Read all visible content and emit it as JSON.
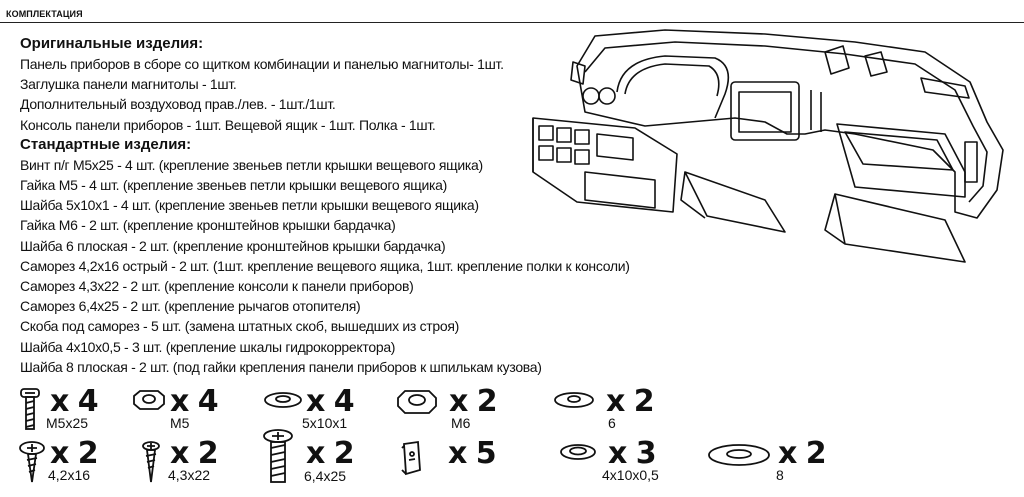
{
  "section_title": "КОМПЛЕКТАЦИЯ",
  "original": {
    "heading": "Оригинальные изделия:",
    "items": [
      "Панель приборов в сборе со щитком комбинации и панелью магнитолы- 1шт.",
      "Заглушка панели магнитолы - 1шт.",
      "Дополнительный воздуховод прав./лев. - 1шт./1шт.",
      "Консоль панели приборов - 1шт. Вещевой ящик - 1шт. Полка - 1шт."
    ]
  },
  "standard": {
    "heading": "Стандартные изделия:",
    "items": [
      "Винт п/г М5х25 - 4 шт. (крепление звеньев петли крышки вещевого ящика)",
      "Гайка М5 - 4 шт. (крепление звеньев петли крышки вещевого ящика)",
      "Шайба 5х10х1 - 4 шт. (крепление звеньев петли крышки вещевого ящика)",
      "Гайка М6 - 2 шт. (крепление кронштейнов крышки бардачка)",
      "Шайба 6 плоская - 2 шт. (крепление кронштейнов крышки бардачка)",
      "Саморез 4,2х16 острый - 2 шт. (1шт. крепление вещевого ящика, 1шт. крепление полки к консоли)",
      "Саморез 4,3х22 - 2 шт. (крепление консоли к панели приборов)",
      "Саморез 6,4х25 - 2 шт. (крепление рычагов отопителя)",
      "Скоба под саморез - 5 шт. (замена штатных скоб, вышедших из строя)",
      "Шайба 4х10х0,5 - 3 шт. (крепление шкалы гидрокорректора)",
      "Шайба 8 плоская - 2 шт. (под гайки крепления панели приборов к шпилькам кузова)"
    ]
  },
  "hardware": [
    {
      "qty": "x 4",
      "size": "M5x25",
      "icon": "screw-pan-head-icon"
    },
    {
      "qty": "x 4",
      "size": "M5",
      "icon": "nut-icon"
    },
    {
      "qty": "x 4",
      "size": "5x10x1",
      "icon": "washer-icon"
    },
    {
      "qty": "x 2",
      "size": "M6",
      "icon": "nut-icon"
    },
    {
      "qty": "x 2",
      "size": "6",
      "icon": "washer-icon"
    },
    {
      "qty": "x 2",
      "size": "4,2x16",
      "icon": "self-tapping-screw-icon"
    },
    {
      "qty": "x 2",
      "size": "4,3x22",
      "icon": "self-tapping-screw-icon"
    },
    {
      "qty": "x 2",
      "size": "6,4x25",
      "icon": "self-tapping-screw-icon"
    },
    {
      "qty": "x 5",
      "size": "",
      "icon": "clip-icon"
    },
    {
      "qty": "x 3",
      "size": "4x10x0,5",
      "icon": "washer-icon"
    },
    {
      "qty": "x 2",
      "size": "8",
      "icon": "washer-icon"
    }
  ]
}
